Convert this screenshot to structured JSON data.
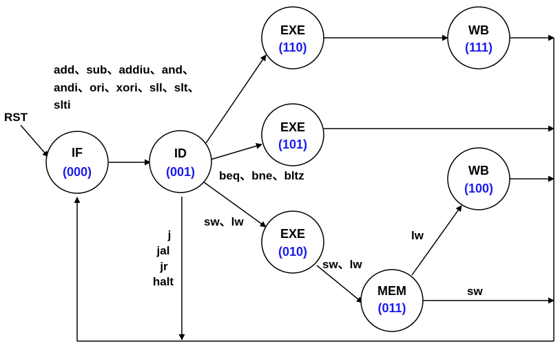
{
  "colors": {
    "code": "#1a1aee",
    "line": "#000000"
  },
  "states": {
    "if": {
      "name": "IF",
      "code": "(000)"
    },
    "id": {
      "name": "ID",
      "code": "(001)"
    },
    "exe_top": {
      "name": "EXE",
      "code": "(110)"
    },
    "wb_top": {
      "name": "WB",
      "code": "(111)"
    },
    "exe_mid": {
      "name": "EXE",
      "code": "(101)"
    },
    "wb_mid": {
      "name": "WB",
      "code": "(100)"
    },
    "exe_low": {
      "name": "EXE",
      "code": "(010)"
    },
    "mem": {
      "name": "MEM",
      "code": "(011)"
    }
  },
  "labels": {
    "rst": "RST",
    "alu_line1": "add、sub、addiu、and、",
    "alu_line2": "andi、ori、xori、sll、slt、",
    "alu_line3": "slti",
    "branch": "beq、bne、bltz",
    "mem_id": "sw、lw",
    "jump": [
      "j",
      "jal",
      "jr",
      "halt"
    ],
    "mem_exe": "sw、lw",
    "lw": "lw",
    "sw": "sw"
  }
}
